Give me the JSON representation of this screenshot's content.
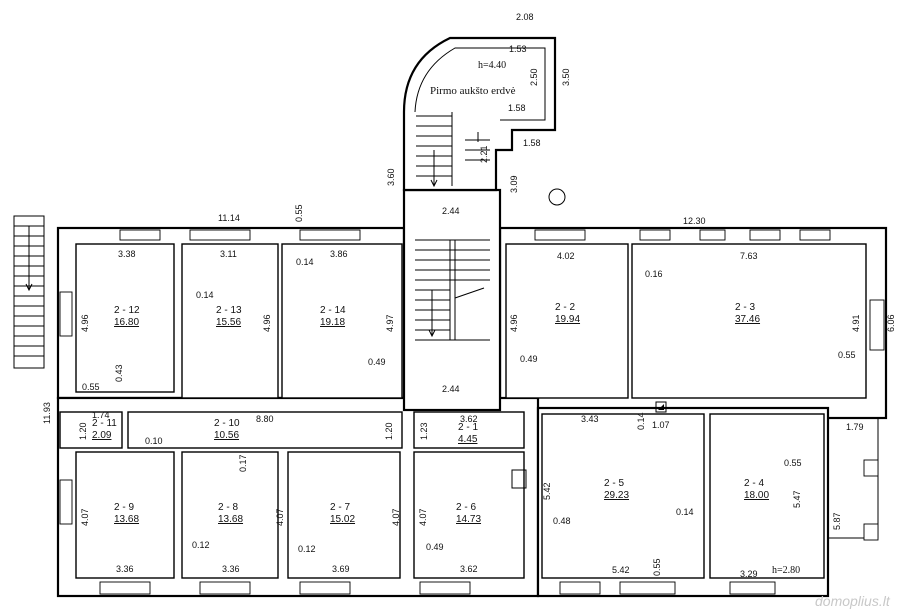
{
  "plan": {
    "title": "Pirmo aukšto erdvė",
    "stair_height": "h=4.40",
    "floor_height": "h=2.80",
    "watermark": "domoplius.lt",
    "rooms": [
      {
        "label": "2 - 12",
        "area": "16.80"
      },
      {
        "label": "2 - 13",
        "area": "15.56"
      },
      {
        "label": "2 - 14",
        "area": "19.18"
      },
      {
        "label": "2 - 2",
        "area": "19.94"
      },
      {
        "label": "2 - 3",
        "area": "37.46"
      },
      {
        "label": "2 - 11",
        "area": "2.09"
      },
      {
        "label": "2 - 10",
        "area": "10.56"
      },
      {
        "label": "2 - 1",
        "area": "4.45"
      },
      {
        "label": "2 - 9",
        "area": "13.68"
      },
      {
        "label": "2 - 8",
        "area": "13.68"
      },
      {
        "label": "2 - 7",
        "area": "15.02"
      },
      {
        "label": "2 - 6",
        "area": "14.73"
      },
      {
        "label": "2 - 5",
        "area": "29.23"
      },
      {
        "label": "2 - 4",
        "area": "18.00"
      }
    ],
    "dimensions": [
      "2.08",
      "1.53",
      "2.50",
      "3.50",
      "1.58",
      "1.58",
      "2.21",
      "3.60",
      "3.09",
      "2.44",
      "11.14",
      "0.55",
      "12.30",
      "3.38",
      "3.11",
      "3.86",
      "4.02",
      "7.63",
      "0.14",
      "0.14",
      "0.16",
      "4.96",
      "4.96",
      "4.97",
      "4.96",
      "4.91",
      "6.06",
      "0.43",
      "0.55",
      "0.49",
      "0.49",
      "0.55",
      "2.44",
      "11.93",
      "1.74",
      "1.20",
      "0.10",
      "8.80",
      "1.20",
      "1.23",
      "3.62",
      "3.43",
      "0.14",
      "1.07",
      "1.79",
      "0.17",
      "0.55",
      "4.07",
      "4.07",
      "4.07",
      "4.07",
      "5.42",
      "5.47",
      "5.87",
      "0.12",
      "0.12",
      "0.49",
      "0.48",
      "0.14",
      "3.36",
      "3.36",
      "3.69",
      "3.62",
      "5.42",
      "0.55",
      "3.29"
    ]
  }
}
